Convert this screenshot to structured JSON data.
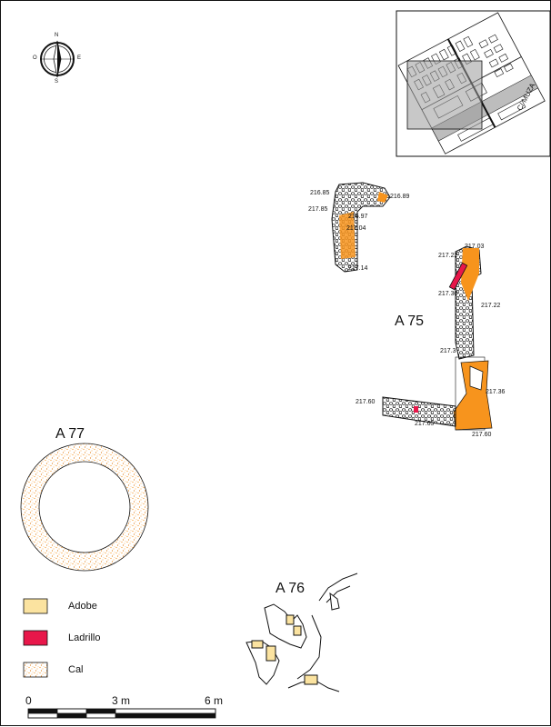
{
  "compass": {
    "n": "N",
    "s": "S",
    "e": "E",
    "w": "O"
  },
  "inset": {
    "street": "C/ MUZA"
  },
  "zones": {
    "a75": "A 75",
    "a76": "A 76",
    "a77": "A 77"
  },
  "elevations": {
    "e21685": "216.85",
    "e21689": "216.89",
    "e21785a": "217.85",
    "e21697": "216.97",
    "e21704": "217.04",
    "e21714": "217.14",
    "e21703": "217.03",
    "e21722a": "217.22",
    "e21730": "217.30",
    "e21722b": "217.22",
    "e2173": "217.3",
    "e21736": "217.36",
    "e21760a": "217.60",
    "e21765": "217.65",
    "e21760b": "217.60"
  },
  "legend": {
    "items": [
      {
        "label": "Adobe",
        "color": "#fbe3a0"
      },
      {
        "label": "Ladrillo",
        "color": "#e8174a"
      },
      {
        "label": "Cal",
        "color": "#f3c08a"
      }
    ]
  },
  "scale": {
    "zero": "0",
    "mid": "3 m",
    "max": "6 m"
  },
  "colors": {
    "orange": "#f7941d",
    "adobe": "#fbe3a0",
    "brick": "#e8174a",
    "line": "#111111"
  }
}
